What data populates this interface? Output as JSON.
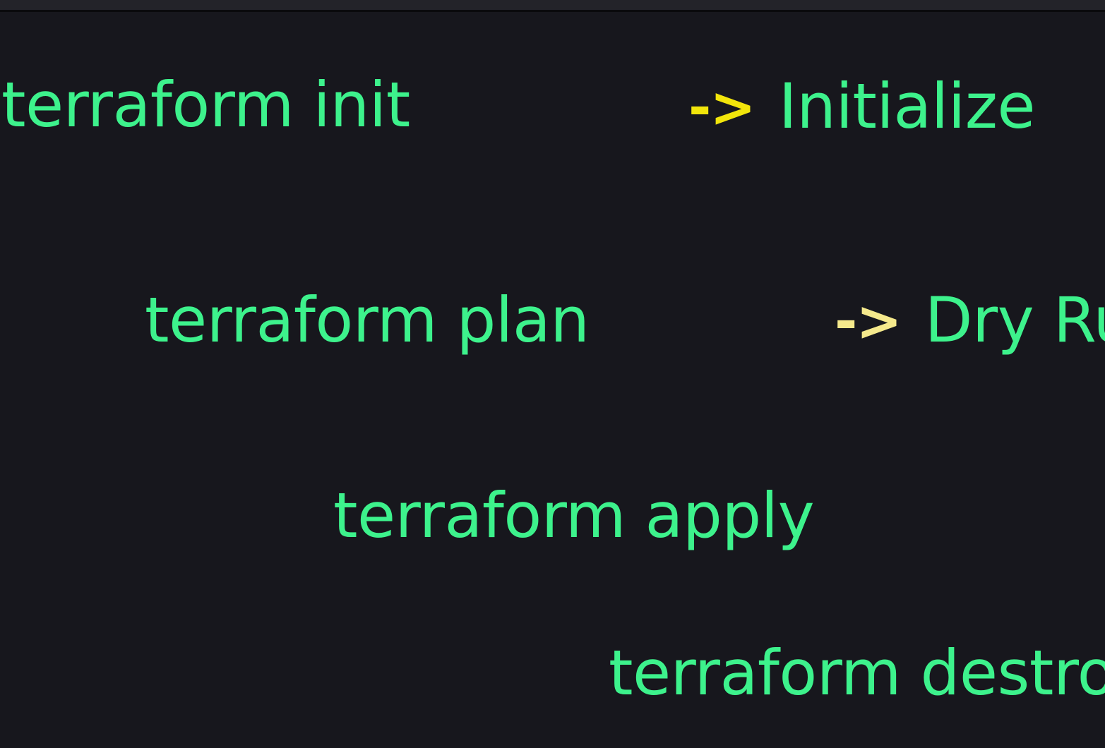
{
  "window": {
    "top_bar_color": "#232329",
    "background_color": "#17171d"
  },
  "theme": {
    "command_color": "#3DF28C",
    "meaning_color": "#3DF28C",
    "arrow_color_primary": "#F2E50B",
    "arrow_color_secondary": "#F5E98C"
  },
  "slide": {
    "lines": [
      {
        "command": "terraform init",
        "arrow": "->",
        "meaning": "Initialize"
      },
      {
        "command": "terraform plan",
        "arrow": "->",
        "meaning": "Dry Run"
      },
      {
        "command": "terraform apply",
        "arrow": "",
        "meaning": ""
      },
      {
        "command": "terraform destroy",
        "arrow": "",
        "meaning": ""
      }
    ]
  }
}
